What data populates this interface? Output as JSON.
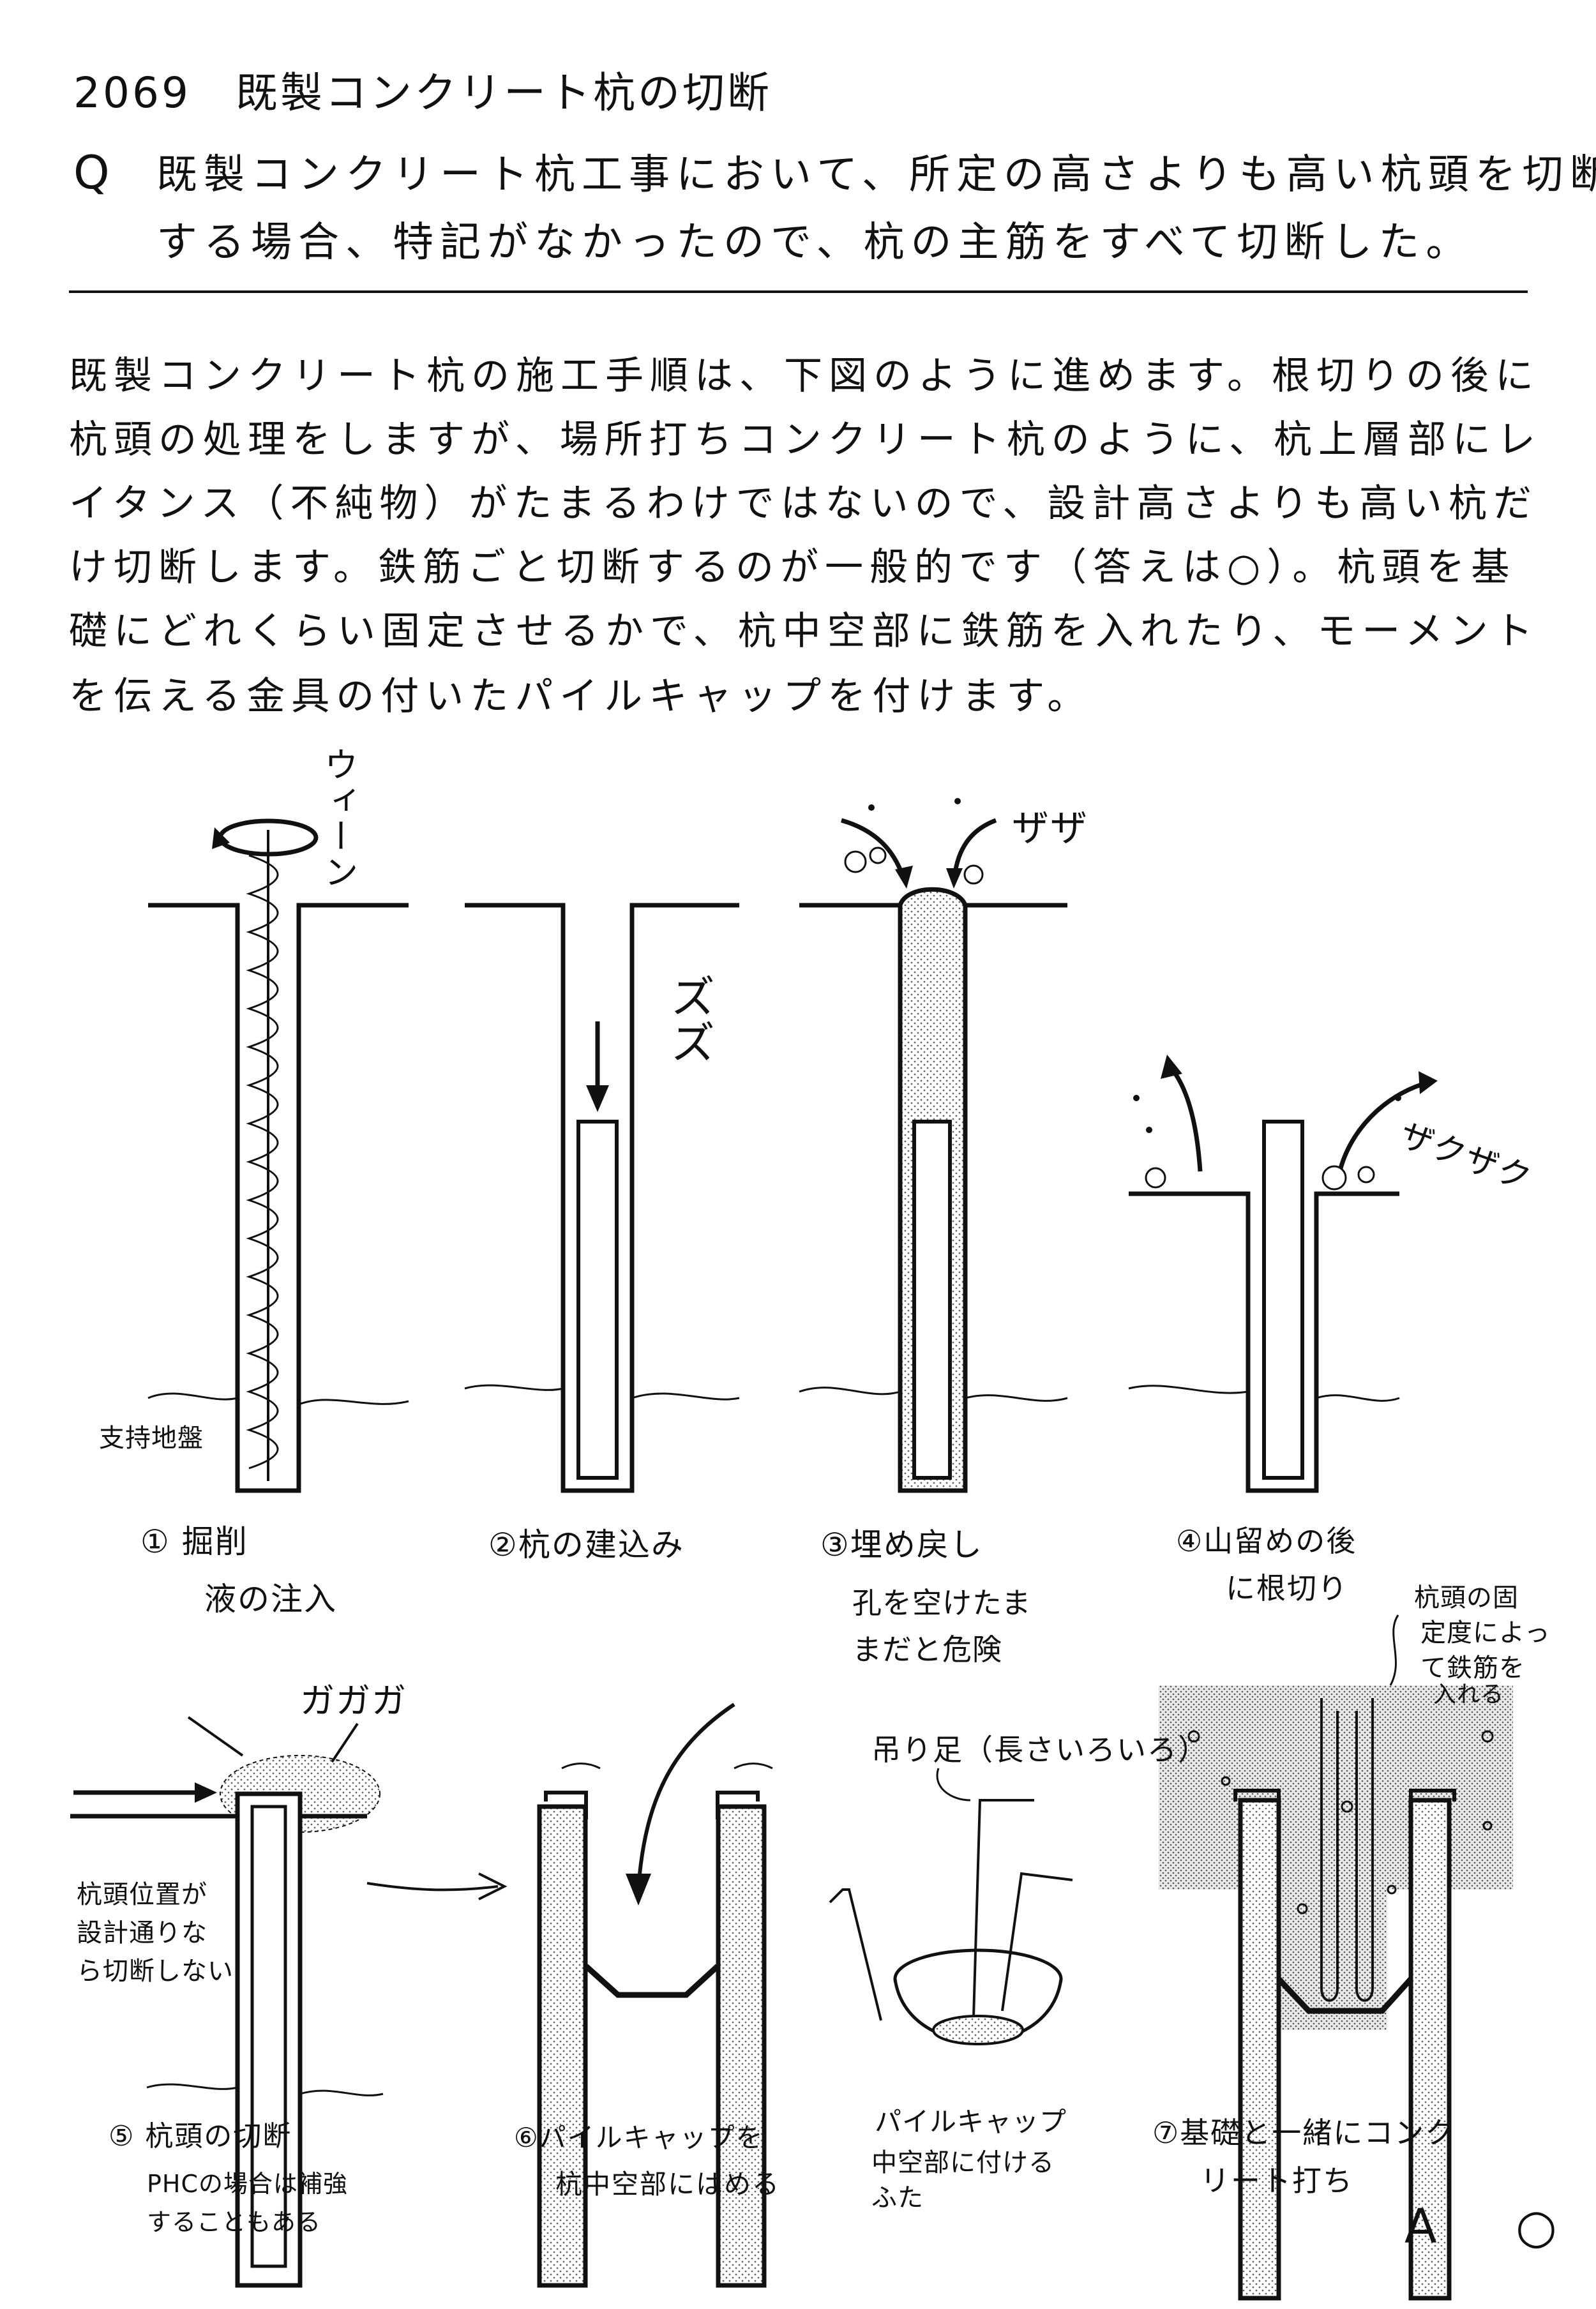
{
  "header": {
    "title": "2069　既製コンクリート杭の切断",
    "q_mark": "Q",
    "question_line1": "既製コンクリート杭工事において、所定の高さよりも高い杭頭を切断",
    "question_line2": "する場合、特記がなかったので、杭の主筋をすべて切断した。"
  },
  "explanation": {
    "lines": [
      "既製コンクリート杭の施工手順は、下図のように進めます。根切りの後に",
      "杭頭の処理をしますが、場所打ちコンクリート杭のように、杭上層部にレ",
      "イタンス（不純物）がたまるわけではないので、設計高さよりも高い杭だ",
      "け切断します。鉄筋ごと切断するのが一般的です（答えは○）。杭頭を基",
      "礎にどれくらい固定させるかで、杭中空部に鉄筋を入れたり、モーメント",
      "を伝える金具の付いたパイルキャップを付けます。"
    ]
  },
  "figures": {
    "step1": {
      "caption_line1": "① 掘削",
      "caption_line2": "液の注入",
      "sfx": "ウィーン",
      "ground_label": "支持地盤"
    },
    "step2": {
      "caption": "②杭の建込み",
      "sfx": "ズズ"
    },
    "step3": {
      "caption": "③埋め戻し",
      "note_line1": "孔を空けたま",
      "note_line2": "まだと危険",
      "sfx": "ザザ"
    },
    "step4": {
      "caption_line1": "④山留めの後",
      "caption_line2": "に根切り",
      "sfx": "ザクザク"
    },
    "step5": {
      "caption": "⑤ 杭頭の切断",
      "note_line1": "PHCの場合は補強",
      "note_line2": "することもある",
      "side_line1": "杭頭位置が",
      "side_line2": "設計通りな",
      "side_line3": "ら切断しない",
      "sfx": "ガガガ"
    },
    "step6": {
      "caption_line1": "⑥パイルキャップを",
      "caption_line2": "杭中空部にはめる"
    },
    "cap": {
      "leg_label": "吊り足（長さいろいろ）",
      "caption_line1": "パイルキャップ",
      "caption_line2": "中空部に付ける",
      "caption_line3": "ふた"
    },
    "step7": {
      "caption_line1": "⑦基礎と一緒にコンク",
      "caption_line2": "リート打ち",
      "note_line1": "杭頭の固",
      "note_line2": "定度によっ",
      "note_line3": "て鉄筋を",
      "note_line4": "入れる"
    }
  },
  "answer": "A ○"
}
